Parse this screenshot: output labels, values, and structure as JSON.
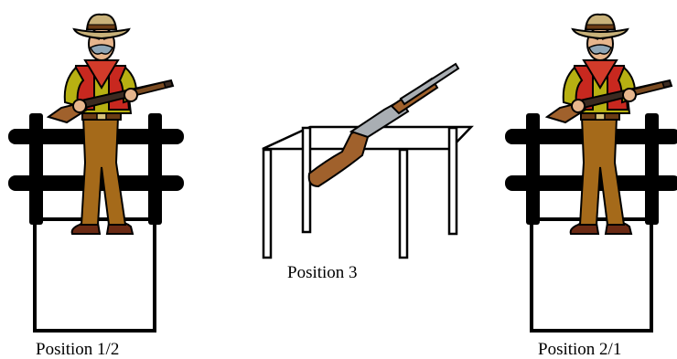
{
  "figure": {
    "positions": [
      {
        "label": "Position 1/2",
        "content": "cowboy-with-rifle-behind-fence"
      },
      {
        "label": "Position 3",
        "content": "rifle-on-table"
      },
      {
        "label": "Position 2/1",
        "content": "cowboy-with-rifle-behind-fence"
      }
    ]
  },
  "colors": {
    "outline": "#000000",
    "hat": "#c9b27a",
    "shirt": "#b7b012",
    "vest": "#c8281f",
    "bandana": "#d23b2a",
    "pants": "#a56a1a",
    "boots": "#6b2a14",
    "skin": "#e6b58c",
    "rifle_stock": "#a0612c",
    "rifle_metal": "#a9aeb3"
  }
}
